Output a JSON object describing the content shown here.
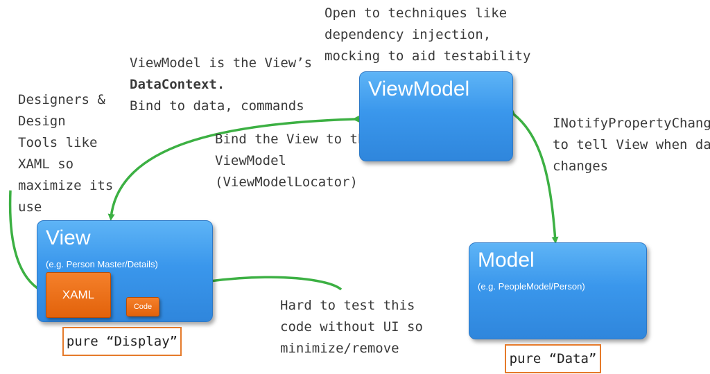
{
  "colors": {
    "box_blue": "#3a97ec",
    "box_orange": "#e2620b",
    "arrow_green": "#3cb043",
    "label_border": "#e57a2a"
  },
  "annotations": {
    "open_techniques": [
      "Open to techniques like",
      "dependency injection,",
      "mocking to aid testability"
    ],
    "viewmodel_context": {
      "line1": "ViewModel is the View’s",
      "line2": "DataContext.",
      "line3": "Bind to data, commands"
    },
    "designers": [
      "Designers &",
      "Design",
      "Tools like",
      "XAML so",
      "maximize its",
      "use"
    ],
    "bind_view": [
      "Bind the View to the",
      "ViewModel",
      "(ViewModelLocator)"
    ],
    "inotify": [
      "INotifyPropertyChanged",
      "to tell View when data",
      "changes"
    ],
    "hard_to_test": [
      "Hard to test this",
      "code without UI so",
      "minimize/remove"
    ]
  },
  "boxes": {
    "viewmodel": {
      "title": "ViewModel"
    },
    "view": {
      "title": "View",
      "subtitle": "(e.g. Person Master/Details)"
    },
    "model": {
      "title": "Model",
      "subtitle": "(e.g. PeopleModel/Person)"
    }
  },
  "inner_boxes": {
    "xaml": "XAML",
    "code": "Code"
  },
  "labels": {
    "pure_display": "pure “Display”",
    "pure_data": "pure “Data”"
  }
}
